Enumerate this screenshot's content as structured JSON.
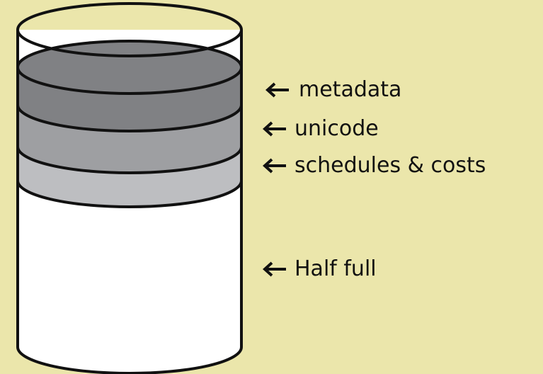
{
  "labels": {
    "metadata": "metadata",
    "unicode": "unicode",
    "schedules": "schedules & costs",
    "half_full": "Half full"
  },
  "colors": {
    "background": "#ebe6ab",
    "metadata_layer": "#808184",
    "unicode_layer": "#9e9fa2",
    "schedules_layer": "#bdbec1",
    "empty_fill": "#ffffff",
    "outline": "#111111"
  },
  "icons": {
    "pointer": "left-arrow-icon"
  }
}
